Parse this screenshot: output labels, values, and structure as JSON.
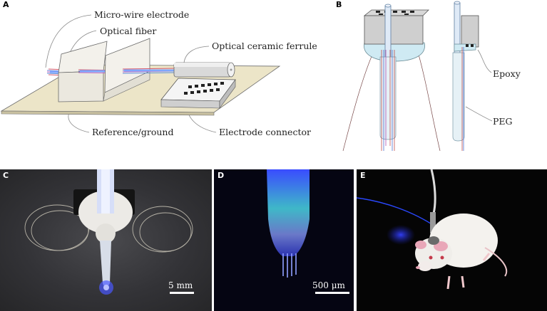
{
  "panels": {
    "a": {
      "letter": "A",
      "labels": {
        "micro_wire": "Micro-wire electrode",
        "optical_fiber": "Optical fiber",
        "ferrule": "Optical ceramic ferrule",
        "reference": "Reference/ground",
        "connector": "Electrode connector"
      }
    },
    "b": {
      "letter": "B",
      "labels": {
        "epoxy": "Epoxy",
        "peg": "PEG"
      }
    },
    "c": {
      "letter": "C",
      "scale_bar": "5 mm"
    },
    "d": {
      "letter": "D",
      "scale_bar": "500 μm"
    },
    "e": {
      "letter": "E"
    }
  },
  "colors": {
    "board": "#ece5c8",
    "fiber_glow": "#3f52ff",
    "photo_c_bg": "#2f2f32",
    "photo_d_bg": "#050512",
    "photo_e_bg": "#050505"
  }
}
